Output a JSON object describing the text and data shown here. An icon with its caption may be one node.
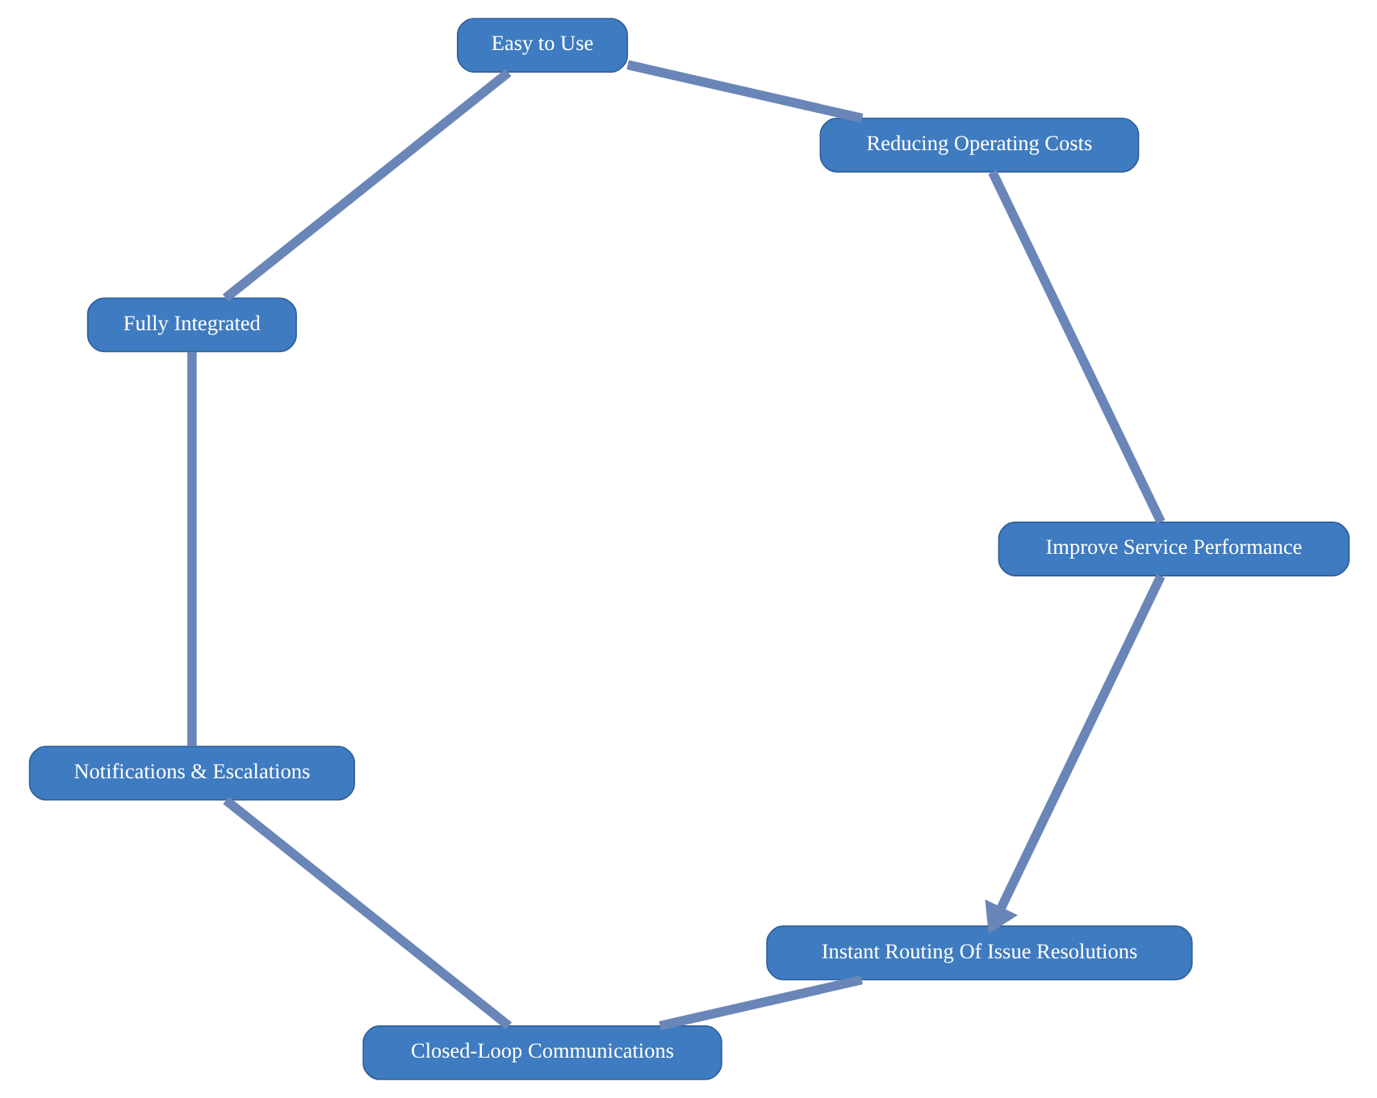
{
  "diagram": {
    "nodes": [
      {
        "text": [
          "Instant Routing Of Issue Resolutions"
        ]
      },
      {
        "text": [
          "Improve Service Performance"
        ]
      },
      {
        "text": [
          "Closed-Loop Communications"
        ]
      },
      {
        "text": [
          "Reducing Operating Costs"
        ]
      },
      {
        "text": [
          "Notifications & Escalations"
        ]
      },
      {
        "text": [
          "Easy to Use"
        ]
      },
      {
        "text": [
          "Fully Integrated"
        ]
      }
    ],
    "edges": [
      {
        "from": 0,
        "to": 2,
        "arrow": "none"
      },
      {
        "from": 2,
        "to": 4,
        "arrow": "none"
      },
      {
        "from": 4,
        "to": 6,
        "arrow": "none"
      },
      {
        "from": 6,
        "to": 5,
        "arrow": "none"
      },
      {
        "from": 5,
        "to": 3,
        "arrow": "none"
      },
      {
        "from": 3,
        "to": 1,
        "arrow": "none"
      },
      {
        "from": 1,
        "to": 0,
        "arrow": "to"
      }
    ]
  }
}
